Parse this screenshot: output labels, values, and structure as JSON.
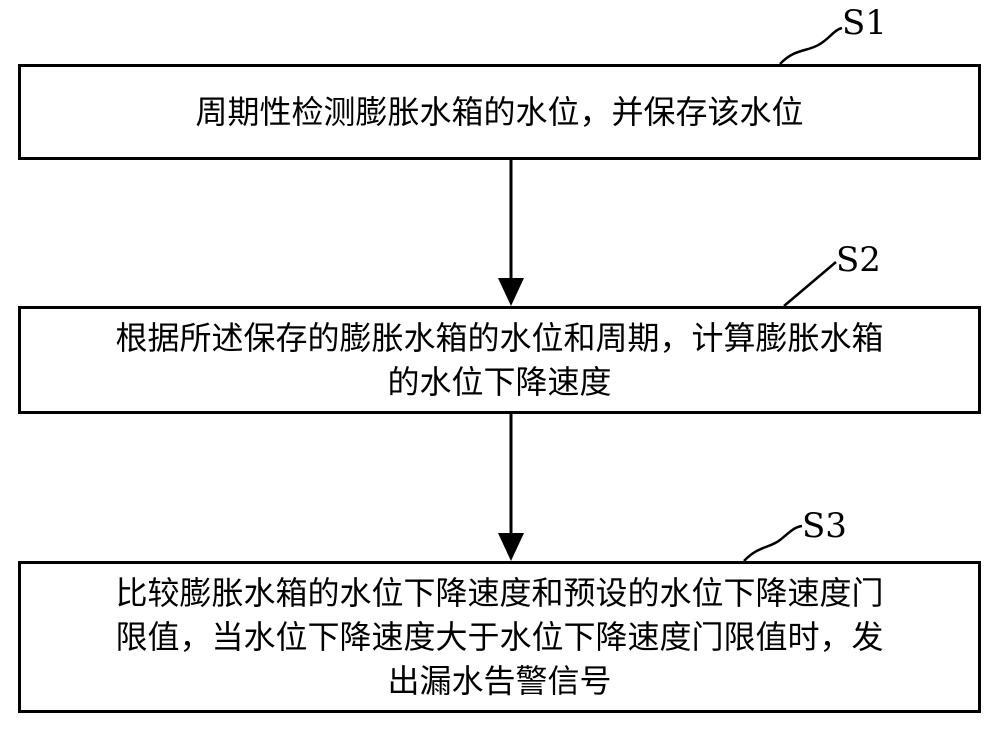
{
  "steps": [
    {
      "label": "S1",
      "lines": [
        "周期性检测膨胀水箱的水位，并保存该水位"
      ]
    },
    {
      "label": "S2",
      "lines": [
        "根据所述保存的膨胀水箱的水位和周期，计算膨胀水箱",
        "的水位下降速度"
      ]
    },
    {
      "label": "S3",
      "lines": [
        "比较膨胀水箱的水位下降速度和预设的水位下降速度门",
        "限值，当水位下降速度大于水位下降速度门限值时，发",
        "出漏水告警信号"
      ]
    }
  ],
  "colors": {
    "stroke": "#000000",
    "background": "#ffffff"
  }
}
